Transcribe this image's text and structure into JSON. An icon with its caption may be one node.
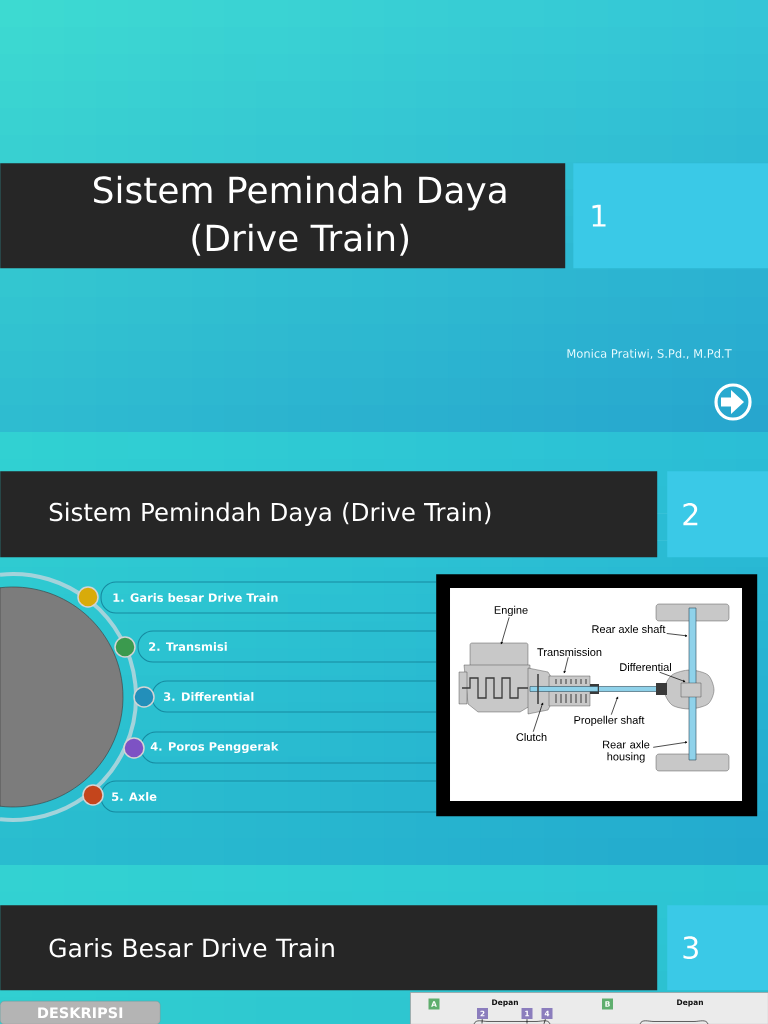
{
  "diagram": {
    "nodes": [
      {
        "text": [
          "Sistem Pemindah Daya (Drive Train)"
        ]
      },
      {
        "text": [
          "1"
        ]
      },
      {
        "text": [
          "Sistem Pemindah Daya (Drive Train)"
        ]
      },
      {
        "text": [
          "2"
        ]
      },
      {
        "text": [
          "1. Garis besar Drive Train"
        ]
      },
      {
        "text": [
          "2. Transmisi"
        ]
      },
      {
        "text": [
          "3. Differential"
        ]
      },
      {
        "text": [
          "4. Poros Penggerak"
        ]
      },
      {
        "text": [
          "5. Axle"
        ]
      },
      {
        "text": [],
        "shape": "picture"
      },
      {
        "text": [
          "Engine"
        ],
        "in": 9
      },
      {
        "text": [
          "Rear axle shaft"
        ],
        "in": 9
      },
      {
        "text": [
          "Transmission"
        ],
        "in": 9
      },
      {
        "text": [
          "Differential"
        ],
        "in": 9
      },
      {
        "text": [
          "Propeller shaft"
        ],
        "in": 9
      },
      {
        "text": [
          "Clutch"
        ],
        "in": 9
      },
      {
        "text": [
          "Rear axle housing"
        ],
        "in": 9
      },
      {
        "text": [
          "Garis Besar Drive Train"
        ]
      },
      {
        "text": [
          "3"
        ]
      },
      {
        "text": [
          "DESKRIPSI"
        ]
      },
      {
        "text": [],
        "shape": "picture"
      },
      {
        "text": [
          "A"
        ],
        "in": 20
      },
      {
        "text": [
          "2"
        ],
        "in": 20
      },
      {
        "text": [
          "1"
        ],
        "in": 20
      },
      {
        "text": [
          "4"
        ],
        "in": 20
      },
      {
        "text": [
          "B"
        ],
        "in": 20
      }
    ],
    "edges": [
      {
        "from": 10,
        "to": null,
        "arrow": "to"
      },
      {
        "from": 11,
        "to": null,
        "arrow": "to"
      },
      {
        "from": 12,
        "to": null,
        "arrow": "to"
      },
      {
        "from": 13,
        "to": null,
        "arrow": "to"
      },
      {
        "from": 14,
        "to": null,
        "arrow": "to"
      },
      {
        "from": 15,
        "to": null,
        "arrow": "to"
      },
      {
        "from": 16,
        "to": null,
        "arrow": "to"
      },
      {
        "from": 22,
        "to": null,
        "arrow": "none"
      },
      {
        "from": 23,
        "to": null,
        "arrow": "none"
      },
      {
        "from": 24,
        "to": null,
        "arrow": "none"
      }
    ],
    "labels": [
      "Monica Pratiwi, S.Pd., M.Pd.T",
      "Depan",
      "Depan"
    ]
  }
}
